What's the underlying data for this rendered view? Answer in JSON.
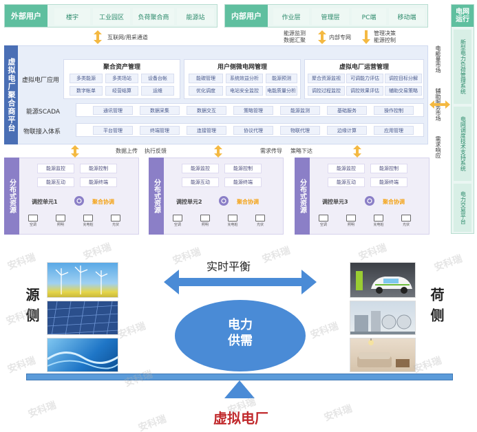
{
  "external": {
    "title": "外部用户",
    "tabs": [
      "楼宇",
      "工业园区",
      "负荷聚合商",
      "能源站"
    ]
  },
  "internal": {
    "title": "内部用户",
    "tabs": [
      "作业层",
      "管理层",
      "PC端",
      "移动端"
    ]
  },
  "grid_ops": {
    "title": "电网运行",
    "panels": [
      "新型电力负荷管理系统",
      "电网调度技术支持系统",
      "电力交易平台"
    ]
  },
  "arrows": {
    "internet": "互联网/用采通道",
    "energy_monitor": "能源监测",
    "data_collect": "数据汇聚",
    "intranet": "内部专网",
    "mgmt_decision": "管理决策",
    "energy_control": "能源控制",
    "data_up": "数据上传",
    "exec_feedback": "执行反馈",
    "demand_up": "需求传导",
    "strategy_down": "策略下达"
  },
  "platform": {
    "title": "虚拟电厂聚合商平台",
    "vpp_app_label": "虚拟电厂应用",
    "groups": [
      {
        "title": "聚合资产管理",
        "items": [
          "多类能源",
          "多类场站",
          "设备台帐",
          "数字帐单",
          "经营结算",
          "运维"
        ]
      },
      {
        "title": "用户侧微电网管理",
        "items": [
          "能碳管理",
          "系统效益分析",
          "能源预测",
          "优化调度",
          "电站安全监控",
          "电能质量分析"
        ]
      },
      {
        "title": "虚拟电厂运营管理",
        "items": [
          "聚合资源监视",
          "可调能力评估",
          "调控目标分解",
          "调控过程监控",
          "调控效果评估",
          "辅助交易策略"
        ]
      }
    ],
    "scada_label": "能源SCADA",
    "scada_items": [
      "通讯管理",
      "数据采集",
      "数据交互",
      "策略管理",
      "能源监测",
      "基础服务",
      "操作控制"
    ],
    "iot_label": "物联接入体系",
    "iot_items": [
      "平台管理",
      "终端管理",
      "连接管理",
      "协议代理",
      "物联代理",
      "边缘计算",
      "应用管理"
    ]
  },
  "markets": {
    "energy_market": "电能量市场",
    "aux_market": "辅助服务市场",
    "demand_response": "需求响应"
  },
  "der": {
    "title": "分布式资源",
    "chips": [
      "能源监控",
      "能源控制",
      "能源互动",
      "能源终端"
    ],
    "units": [
      "调控单元1",
      "调控单元2",
      "调控单元3"
    ],
    "agg": "聚合协调",
    "devices": [
      "空调",
      "照明",
      "充电桩",
      "光伏"
    ]
  },
  "bottom": {
    "source": "源侧",
    "load": "荷侧",
    "balance": "实时平衡",
    "center": "电力\n供需",
    "title": "虚拟电厂"
  },
  "watermark": "安科瑞",
  "colors": {
    "green": "#5fbf9f",
    "blue": "#4a6fb5",
    "purple": "#8b7fc7",
    "orange": "#f4b942",
    "red": "#c0282b",
    "ellipse": "#4a8bd6"
  }
}
